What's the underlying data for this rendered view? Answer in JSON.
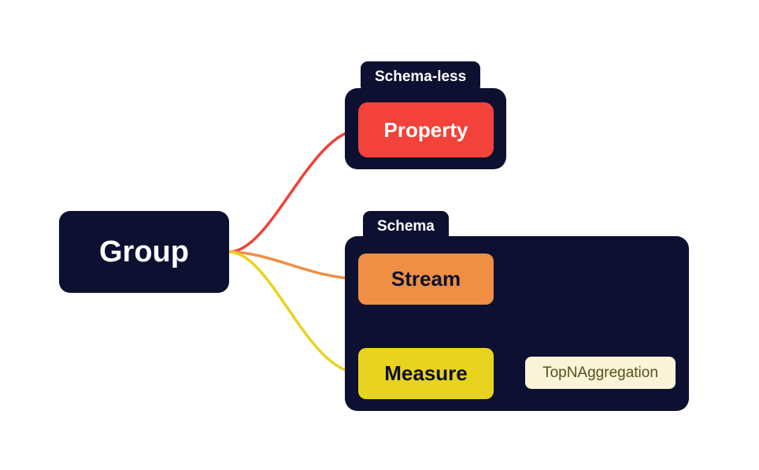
{
  "diagram": {
    "root": {
      "label": "Group"
    },
    "groups": [
      {
        "tag": "Schema-less",
        "nodes": [
          {
            "label": "Property"
          }
        ]
      },
      {
        "tag": "Schema",
        "nodes": [
          {
            "label": "Stream"
          },
          {
            "label": "Measure",
            "children": [
              {
                "label": "TopNAggregation"
              }
            ]
          }
        ]
      }
    ],
    "colors": {
      "panel_navy": "#0d1030",
      "node_red": "#f2423a",
      "node_orange": "#ee8f43",
      "node_yellow": "#e8d31f",
      "node_cream": "#faf4d8",
      "text_light": "#ffffff",
      "text_dark": "#0d1030",
      "text_olive": "#55511d",
      "connector_red": "#ef4136",
      "connector_orange": "#ee8f43",
      "connector_yellow": "#e8d31f"
    }
  }
}
